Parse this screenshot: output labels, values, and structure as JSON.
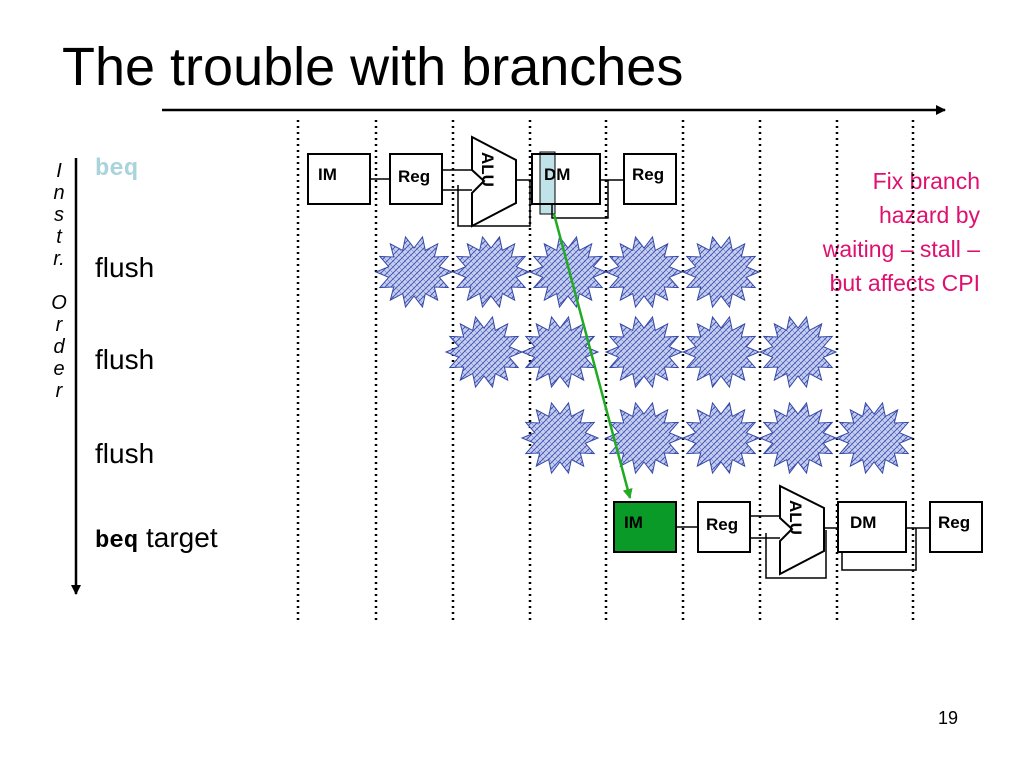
{
  "slide": {
    "title": "The trouble with branches",
    "page_number": "19"
  },
  "axis": {
    "letters": [
      "I",
      "n",
      "s",
      "t",
      "r.",
      "",
      "O",
      "r",
      "d",
      "e",
      "r"
    ]
  },
  "rows": {
    "row1": {
      "text": "beq"
    },
    "row2": {
      "text": "flush"
    },
    "row3": {
      "text": "flush"
    },
    "row4": {
      "text": "flush"
    },
    "row5": {
      "mono": "beq",
      "text": " target"
    }
  },
  "note": {
    "text": "Fix branch hazard by waiting – stall – but affects CPI",
    "color": "#e0106f"
  },
  "pipeline": {
    "stages": [
      "IM",
      "Reg",
      "ALU",
      "DM",
      "Reg"
    ]
  },
  "colors": {
    "beq_label": "#a9d4dc",
    "highlight_im": "#0a9a28",
    "highlight_dm": "#bfe3e8",
    "arrow": "#22aa22",
    "bubble_fill": "#c5cdf0",
    "bubble_stroke": "#3448a8"
  }
}
